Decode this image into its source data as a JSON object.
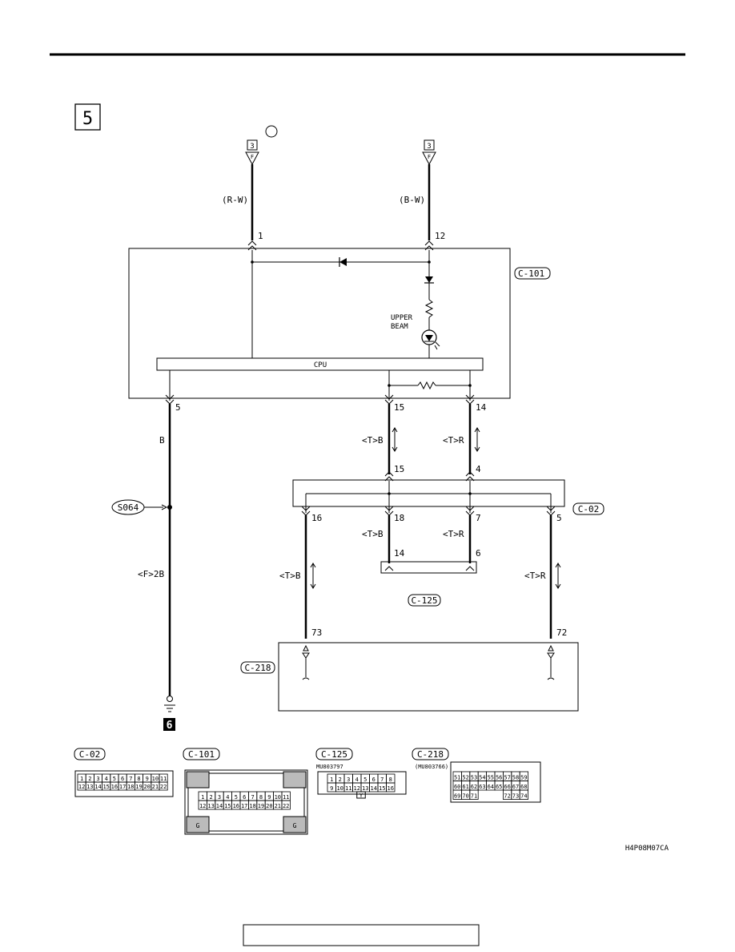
{
  "page": {
    "title": "",
    "footer_box": ""
  },
  "diagram": {
    "section_number": "5",
    "source_refs": [
      {
        "num": "3",
        "letter": "F",
        "wire": "(R-W)",
        "pin": "1"
      },
      {
        "num": "3",
        "letter": "F",
        "wire": "(B-W)",
        "pin": "12"
      }
    ],
    "meter_unit": {
      "id": "C-101",
      "lamp_label_line1": "UPPER",
      "lamp_label_line2": "BEAM",
      "cpu_label": "CPU",
      "out_pins": [
        "5",
        "15",
        "14"
      ]
    },
    "wires": {
      "ground_wire": "B",
      "ground_wire2": "<F>2B",
      "splice": "S064",
      "ground_ref": "6",
      "can_b1": "<T>B",
      "can_r1": "<T>R",
      "can_b2": "<T>B",
      "can_r2": "<T>R",
      "can_b3": "<T>B",
      "can_r3": "<T>R"
    },
    "joint_connector": {
      "id": "C-02",
      "in_pins": [
        "15",
        "4"
      ],
      "out_pins": [
        "16",
        "18",
        "7",
        "5"
      ]
    },
    "diag_connector": {
      "id": "C-125",
      "pins": [
        "14",
        "6"
      ]
    },
    "ecu": {
      "id": "C-218",
      "pins": [
        "73",
        "72"
      ]
    },
    "figure_code": "H4P08M07CA"
  },
  "connector_views": [
    {
      "id": "C-02",
      "part": "",
      "rows": [
        [
          "1",
          "2",
          "3",
          "4",
          "5",
          "6",
          "7",
          "8",
          "9",
          "10",
          "11"
        ],
        [
          "12",
          "13",
          "14",
          "15",
          "16",
          "17",
          "18",
          "19",
          "20",
          "21",
          "22"
        ]
      ]
    },
    {
      "id": "C-101",
      "part": "",
      "rows": [
        [
          "1",
          "2",
          "3",
          "4",
          "5",
          "6",
          "7",
          "8",
          "9",
          "10",
          "11"
        ],
        [
          "12",
          "13",
          "14",
          "15",
          "16",
          "17",
          "18",
          "19",
          "20",
          "21",
          "22"
        ]
      ],
      "corner_mark": "G"
    },
    {
      "id": "C-125",
      "part": "MU803797",
      "rows": [
        [
          "1",
          "2",
          "3",
          "4",
          "5",
          "6",
          "7",
          "8"
        ],
        [
          "9",
          "10",
          "11",
          "12",
          "13",
          "14",
          "15",
          "16"
        ]
      ],
      "tab": "Y"
    },
    {
      "id": "C-218",
      "part": "(MU803766)",
      "rows": [
        [
          "51",
          "52",
          "53",
          "54",
          "55",
          "56",
          "57",
          "58",
          "59"
        ],
        [
          "60",
          "61",
          "62",
          "63",
          "64",
          "65",
          "66",
          "67",
          "68"
        ],
        [
          "69",
          "70",
          "71",
          "",
          "",
          "",
          "72",
          "73",
          "74"
        ]
      ]
    }
  ]
}
